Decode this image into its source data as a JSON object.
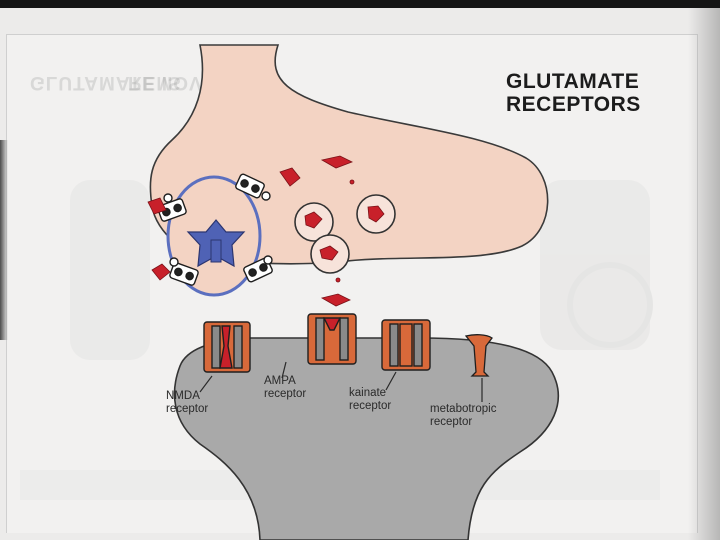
{
  "title": {
    "line1": "GLUTAMATE",
    "line2": "RECEPTORS"
  },
  "ghost_text": {
    "left": "GLUTAMATE IS",
    "right": "REMOVED"
  },
  "receptors": [
    {
      "line1": "NMDA",
      "line2": "receptor"
    },
    {
      "line1": "AMPA",
      "line2": "receptor"
    },
    {
      "line1": "kainate",
      "line2": "receptor"
    },
    {
      "line1": "metabotropic",
      "line2": "receptor"
    }
  ],
  "colors": {
    "presynaptic": "#f3d3c3",
    "postsynaptic": "#a9a9a9",
    "glutamate": "#c8202a",
    "channel": "#d8693a",
    "glia_ring": "#5b6fbf",
    "transporter_core": "#4f62b5",
    "outline": "#333333"
  }
}
